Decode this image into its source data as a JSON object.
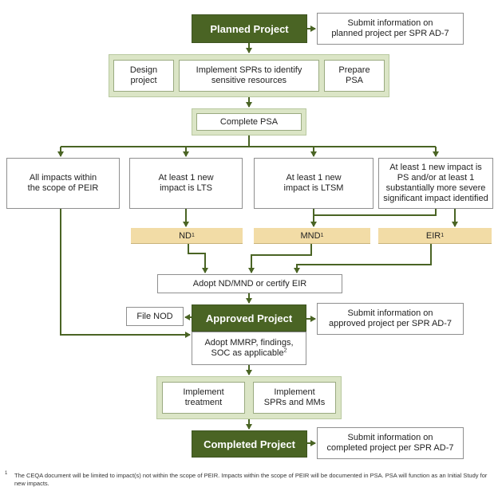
{
  "nodes": {
    "planned_project": "Planned Project",
    "submit_planned": "Submit information on\nplanned project per SPR AD-7",
    "design_project": "Design\nproject",
    "implement_sprs": "Implement SPRs to identify\nsensitive resources",
    "prepare_psa": "Prepare\nPSA",
    "complete_psa": "Complete PSA",
    "all_impacts": "All impacts within\nthe scope of PEIR",
    "lts": "At least 1 new\nimpact is LTS",
    "ltsm": "At least 1 new\nimpact is LTSM",
    "ps": "At least 1 new impact is\nPS and/or at least 1\nsubstantially more severe\nsignificant impact identified",
    "nd": "ND",
    "mnd": "MND",
    "eir": "EIR",
    "footnote_mark": "1",
    "adopt": "Adopt ND/MND or certify EIR",
    "file_nod": "File NOD",
    "approved_project": "Approved Project",
    "submit_approved": "Submit information on\napproved project per SPR AD-7",
    "adopt_mmrp": "Adopt MMRP, findings,\nSOC as applicable",
    "footnote_mark_2": "2",
    "implement_treatment": "Implement\ntreatment",
    "implement_sprs_mms": "Implement\nSPRs and MMs",
    "completed_project": "Completed Project",
    "submit_completed": "Submit information on\ncompleted project per SPR AD-7"
  },
  "footnote": {
    "number": "1",
    "text": "The CEQA document will be limited to impact(s) not within the scope of PEIR. Impacts within the scope of PEIR will be documented in PSA. PSA will function as an Initial Study for new impacts."
  },
  "colors": {
    "dark_green": "#4a6424",
    "light_green": "#dbe5c6",
    "tan": "#f2dca6",
    "arrow": "#4a6424"
  }
}
